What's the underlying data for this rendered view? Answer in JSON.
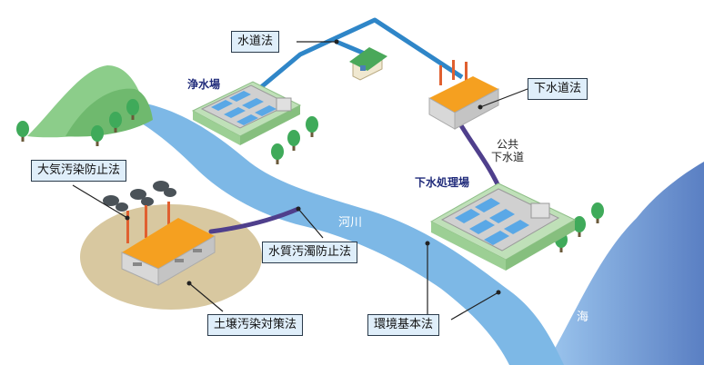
{
  "laws": {
    "suidou": "水道法",
    "gesuidou": "下水道法",
    "taiki": "大気汚染防止法",
    "suishitsu": "水質汚濁防止法",
    "dojou": "土壌汚染対策法",
    "kankyou": "環境基本法"
  },
  "places": {
    "jousuijou": "浄水場",
    "gesui_shorijou": "下水処理場"
  },
  "water": {
    "river": "河川",
    "sea": "海"
  },
  "pipes": {
    "public_sewer_line1": "公共",
    "public_sewer_line2": "下水道"
  },
  "colors": {
    "river": "#7db8e6",
    "sea": "#5d84c6",
    "water_pipe": "#2f86c8",
    "sewer_pipe": "#4f3f8c",
    "factory_roof": "#f5a020",
    "plant_base": "#bfe0b8",
    "law_box_fill": "#dfeefa",
    "place_label": "#1f2a7a"
  }
}
